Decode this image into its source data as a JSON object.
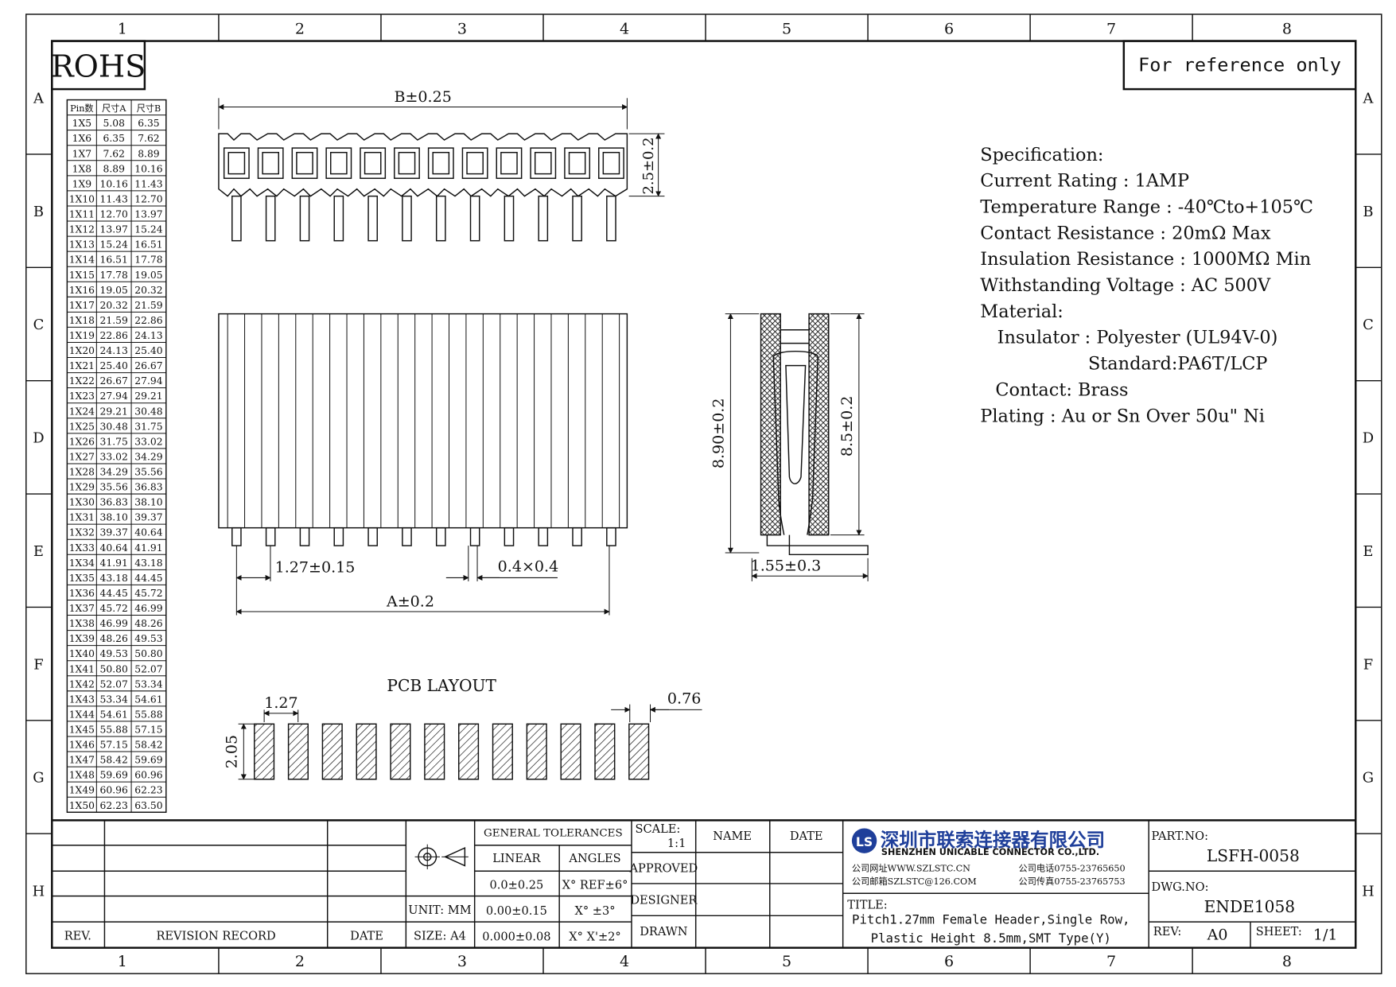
{
  "frame": {
    "columns": [
      "1",
      "2",
      "3",
      "4",
      "5",
      "6",
      "7",
      "8"
    ],
    "rows": [
      "A",
      "B",
      "C",
      "D",
      "E",
      "F",
      "G",
      "H"
    ]
  },
  "rohs_label": "ROHS",
  "reference_note": "For reference only",
  "size_table": {
    "headers": [
      "Pin数",
      "尺寸A",
      "尺寸B"
    ],
    "rows": [
      [
        "1X5",
        "5.08",
        "6.35"
      ],
      [
        "1X6",
        "6.35",
        "7.62"
      ],
      [
        "1X7",
        "7.62",
        "8.89"
      ],
      [
        "1X8",
        "8.89",
        "10.16"
      ],
      [
        "1X9",
        "10.16",
        "11.43"
      ],
      [
        "1X10",
        "11.43",
        "12.70"
      ],
      [
        "1X11",
        "12.70",
        "13.97"
      ],
      [
        "1X12",
        "13.97",
        "15.24"
      ],
      [
        "1X13",
        "15.24",
        "16.51"
      ],
      [
        "1X14",
        "16.51",
        "17.78"
      ],
      [
        "1X15",
        "17.78",
        "19.05"
      ],
      [
        "1X16",
        "19.05",
        "20.32"
      ],
      [
        "1X17",
        "20.32",
        "21.59"
      ],
      [
        "1X18",
        "21.59",
        "22.86"
      ],
      [
        "1X19",
        "22.86",
        "24.13"
      ],
      [
        "1X20",
        "24.13",
        "25.40"
      ],
      [
        "1X21",
        "25.40",
        "26.67"
      ],
      [
        "1X22",
        "26.67",
        "27.94"
      ],
      [
        "1X23",
        "27.94",
        "29.21"
      ],
      [
        "1X24",
        "29.21",
        "30.48"
      ],
      [
        "1X25",
        "30.48",
        "31.75"
      ],
      [
        "1X26",
        "31.75",
        "33.02"
      ],
      [
        "1X27",
        "33.02",
        "34.29"
      ],
      [
        "1X28",
        "34.29",
        "35.56"
      ],
      [
        "1X29",
        "35.56",
        "36.83"
      ],
      [
        "1X30",
        "36.83",
        "38.10"
      ],
      [
        "1X31",
        "38.10",
        "39.37"
      ],
      [
        "1X32",
        "39.37",
        "40.64"
      ],
      [
        "1X33",
        "40.64",
        "41.91"
      ],
      [
        "1X34",
        "41.91",
        "43.18"
      ],
      [
        "1X35",
        "43.18",
        "44.45"
      ],
      [
        "1X36",
        "44.45",
        "45.72"
      ],
      [
        "1X37",
        "45.72",
        "46.99"
      ],
      [
        "1X38",
        "46.99",
        "48.26"
      ],
      [
        "1X39",
        "48.26",
        "49.53"
      ],
      [
        "1X40",
        "49.53",
        "50.80"
      ],
      [
        "1X41",
        "50.80",
        "52.07"
      ],
      [
        "1X42",
        "52.07",
        "53.34"
      ],
      [
        "1X43",
        "53.34",
        "54.61"
      ],
      [
        "1X44",
        "54.61",
        "55.88"
      ],
      [
        "1X45",
        "55.88",
        "57.15"
      ],
      [
        "1X46",
        "57.15",
        "58.42"
      ],
      [
        "1X47",
        "58.42",
        "59.69"
      ],
      [
        "1X48",
        "59.69",
        "60.96"
      ],
      [
        "1X49",
        "60.96",
        "62.23"
      ],
      [
        "1X50",
        "62.23",
        "63.50"
      ]
    ]
  },
  "dimensions": {
    "b_width": "B±0.25",
    "top_height": "2.5±0.2",
    "pitch": "1.27±0.15",
    "pin_section": "0.4×0.4",
    "a_width": "A±0.2",
    "total_height": "8.90±0.2",
    "body_height": "8.5±0.2",
    "foot": "1.55±0.3"
  },
  "pcb_layout": {
    "title": "PCB LAYOUT",
    "pitch": "1.27",
    "pad_width": "0.76",
    "pad_length": "2.05",
    "pad_count": 12
  },
  "specification": {
    "lines": [
      "Specification:",
      "Current Rating : 1AMP",
      "Temperature Range : -40℃to+105℃",
      "Contact Resistance : 20mΩ Max",
      "Insulation Resistance : 1000MΩ Min",
      "Withstanding Voltage : AC 500V",
      "Material:",
      "Insulator : Polyester (UL94V-0)",
      "Standard:PA6T/LCP",
      "Contact: Brass",
      "Plating : Au or Sn Over 50u\" Ni"
    ]
  },
  "title_block": {
    "revision": {
      "rev": "REV.",
      "record": "REVISION RECORD",
      "date": "DATE"
    },
    "unit": "UNIT: MM",
    "size": "SIZE: A4",
    "general_tolerances": "GENERAL TOLERANCES",
    "linear": "LINEAR",
    "angles": "ANGLES",
    "tol_rows": [
      [
        "0.0±0.25",
        "X° REF±6°"
      ],
      [
        "0.00±0.15",
        "X° ±3°"
      ],
      [
        "0.000±0.08",
        "X° X'±2°"
      ]
    ],
    "scale_label": "SCALE:",
    "scale_value": "1:1",
    "name": "NAME",
    "date": "DATE",
    "approved": "APPROVED",
    "designer": "DESIGNER",
    "drawn": "DRAWN",
    "company_cn": "深圳市联索连接器有限公司",
    "company_en": "SHENZHEN UNICABLE CONNECTOR CO.,LTD.",
    "web": "公司网址WWW.SZLSTC.CN",
    "email": "公司邮箱SZLSTC@126.COM",
    "phone": "公司电话0755-23765650",
    "fax": "公司传真0755-23765753",
    "title_label": "TITLE:",
    "title_line1": "Pitch1.27mm Female Header,Single Row,",
    "title_line2": "Plastic Height 8.5mm,SMT Type(Y)",
    "part_no_label": "PART.NO:",
    "part_no": "LSFH-0058",
    "dwg_no_label": "DWG.NO:",
    "dwg_no": "ENDE1058",
    "rev_label": "REV:",
    "rev_value": "A0",
    "sheet_label": "SHEET:",
    "sheet_value": "1/1",
    "logo_mark": "LS"
  },
  "colors": {
    "ink": "#111111",
    "logo_blue": "#1f3f9a"
  }
}
